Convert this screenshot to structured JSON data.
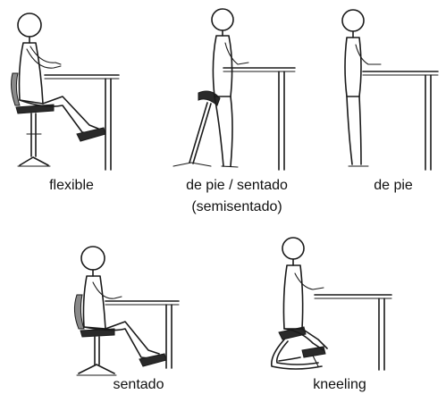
{
  "labels": {
    "flexible": "flexible",
    "semi_line1": "de pie / sentado",
    "semi_line2": "(semisentado)",
    "standing": "de pie",
    "sitting": "sentado",
    "kneeling": "kneeling"
  }
}
